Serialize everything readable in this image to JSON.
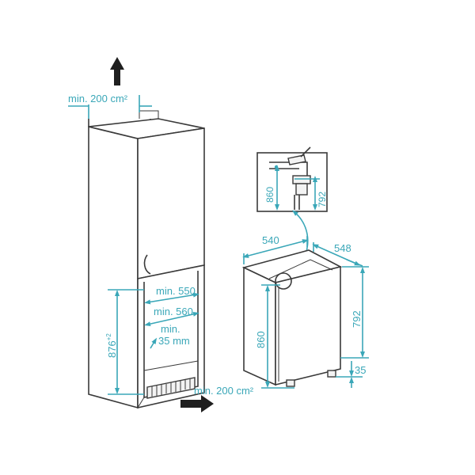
{
  "labels": {
    "vent_top": "min. 200 cm²",
    "vent_bottom": "min. 200 cm²",
    "niche_depth_550": "min. 550",
    "niche_width_560": "min. 560",
    "gap_min": "min.",
    "gap_35": "35 mm",
    "niche_height": "876",
    "niche_height_tol": "+2",
    "fridge_width": "540",
    "fridge_depth": "548",
    "fridge_height_860": "860",
    "fridge_height_792": "792",
    "fridge_feet_35": "35",
    "detail_860": "860",
    "detail_792": "792"
  },
  "colors": {
    "dimension": "#3aa7b8",
    "outline": "#3a3a3a"
  }
}
